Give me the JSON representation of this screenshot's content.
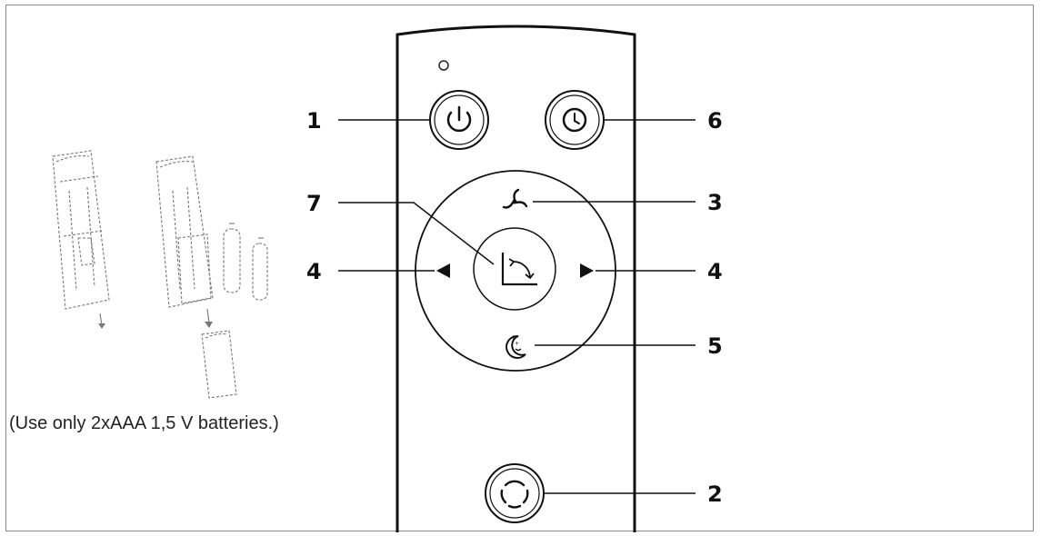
{
  "caption": "(Use only 2xAAA 1,5 V batteries.)",
  "callouts": {
    "c1": "1",
    "c2": "2",
    "c3": "3",
    "c4_left": "4",
    "c4_right": "4",
    "c5": "5",
    "c6": "6",
    "c7": "7"
  },
  "icons": {
    "power": "power-icon",
    "timer": "clock-icon",
    "speed": "fan-icon",
    "oscillation": "oscillation-icon",
    "left": "triangle-left-icon",
    "right": "triangle-right-icon",
    "night": "night-mode-icon",
    "mode": "mode-circle-icon",
    "indicator": "led-indicator-icon"
  }
}
